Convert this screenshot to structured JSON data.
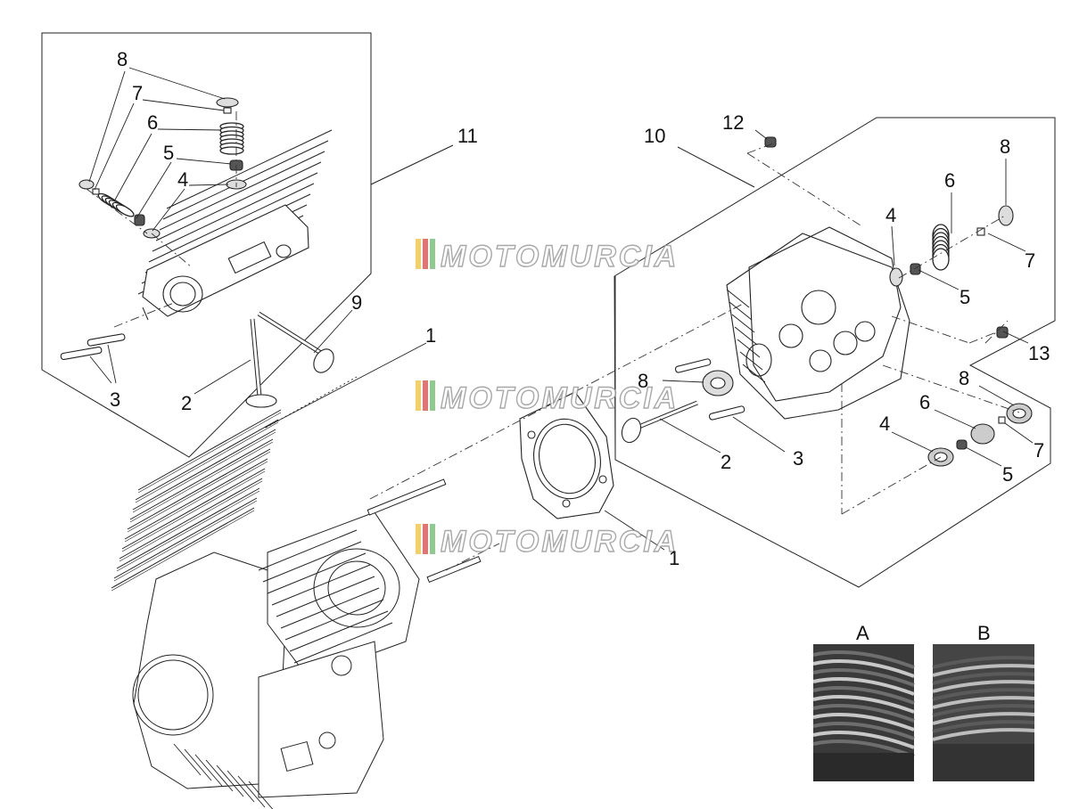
{
  "watermark": {
    "text": "MOTOMURCIA",
    "stripe_colors": [
      "#f2c94c",
      "#e05a5a",
      "#7ac27a"
    ]
  },
  "callouts": {
    "left_box": [
      "8",
      "7",
      "6",
      "5",
      "4",
      "11",
      "9",
      "1",
      "3",
      "2"
    ],
    "right_box": [
      "12",
      "10",
      "8",
      "6",
      "4",
      "7",
      "5",
      "13",
      "8",
      "6",
      "7",
      "4",
      "5",
      "3",
      "2",
      "8"
    ],
    "middle": [
      "1"
    ]
  },
  "photos": {
    "a_label": "A",
    "b_label": "B"
  }
}
